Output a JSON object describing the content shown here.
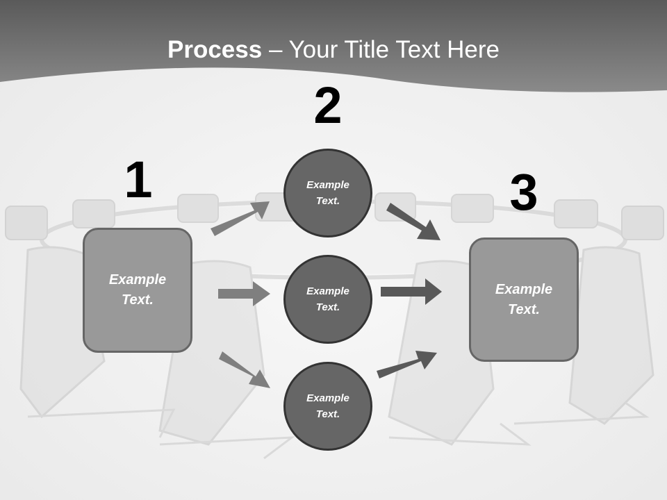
{
  "slide": {
    "title_strong": "Process",
    "title_rest": " – Your Title Text Here"
  },
  "steps": [
    {
      "number": "1",
      "text": "Example Text."
    },
    {
      "number": "2",
      "text": "Example Text."
    },
    {
      "number": "3",
      "text": "Example Text."
    }
  ],
  "circles": [
    {
      "text": "Example Text."
    },
    {
      "text": "Example Text."
    },
    {
      "text": "Example Text."
    }
  ],
  "colors": {
    "header": "#666666",
    "box_fill": "#999999",
    "box_border": "#666666",
    "circle_fill": "#666666",
    "circle_border": "#333333",
    "arrow": "#7f7f7f",
    "arrow_dark": "#595959"
  }
}
